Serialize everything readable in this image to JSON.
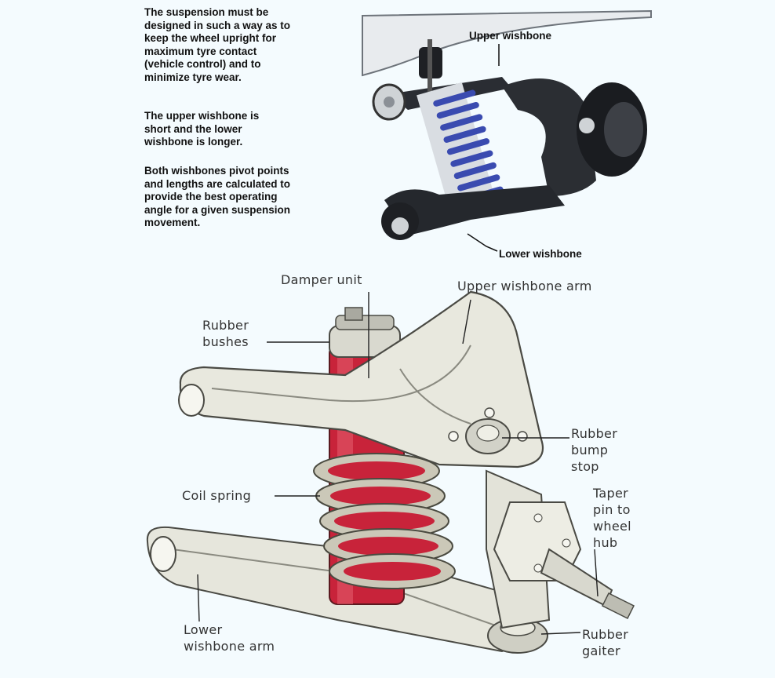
{
  "intro": {
    "p1": "The suspension must be\ndesigned in such a way as to\nkeep the wheel upright for\nmaximum tyre contact\n(vehicle control) and to\nminimize tyre wear.",
    "p2": "The upper wishbone is\nshort and the lower\nwishbone is longer.",
    "p3": "Both wishbones pivot points\nand lengths are calculated to\nprovide the best operating\nangle for a given suspension\nmovement."
  },
  "photo_labels": {
    "upper": "Upper wishbone",
    "lower": "Lower wishbone"
  },
  "diagram_labels": {
    "damper": "Damper unit",
    "upper_arm": "Upper wishbone arm",
    "bushes": "Rubber\nbushes",
    "bump_stop": "Rubber\nbump\nstop",
    "coil": "Coil spring",
    "taper": "Taper\npin to\nwheel\nhub",
    "lower_arm": "Lower\nwishbone arm",
    "gaiter": "Rubber\ngaiter"
  },
  "colors": {
    "background": "#f4fbfe",
    "damper_red": "#c8233a",
    "spring_metal": "#c9c6b6",
    "photo_spring": "#3a4bb0"
  }
}
